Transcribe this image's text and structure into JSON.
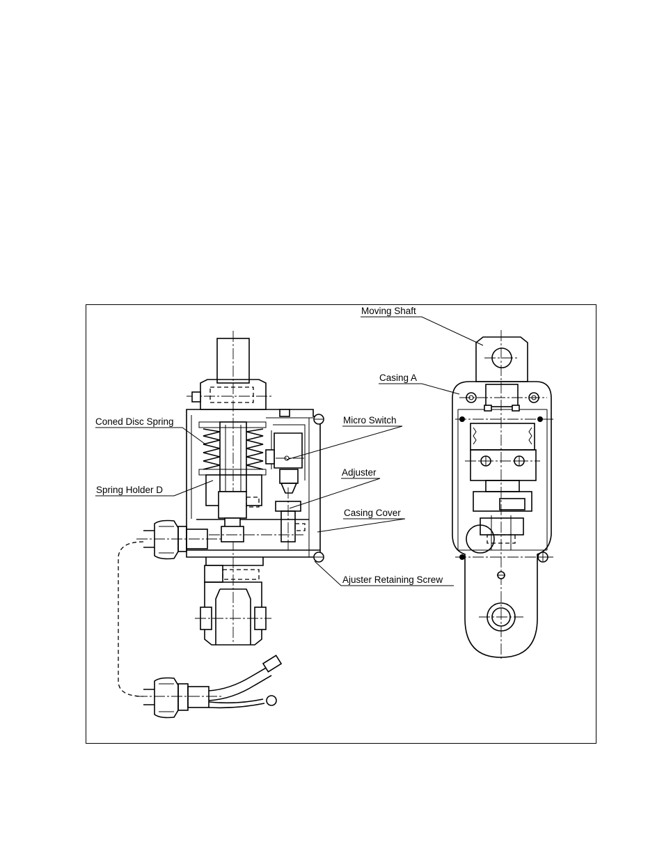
{
  "figure": {
    "labels": {
      "moving_shaft": "Moving Shaft",
      "casing_a": "Casing A",
      "coned_disc_spring": "Coned Disc Spring",
      "micro_switch": "Micro Switch",
      "adjuster": "Adjuster",
      "spring_holder_d": "Spring Holder D",
      "casing_cover": "Casing Cover",
      "ajuster_retaining_screw": "Ajuster Retaining Screw"
    }
  }
}
